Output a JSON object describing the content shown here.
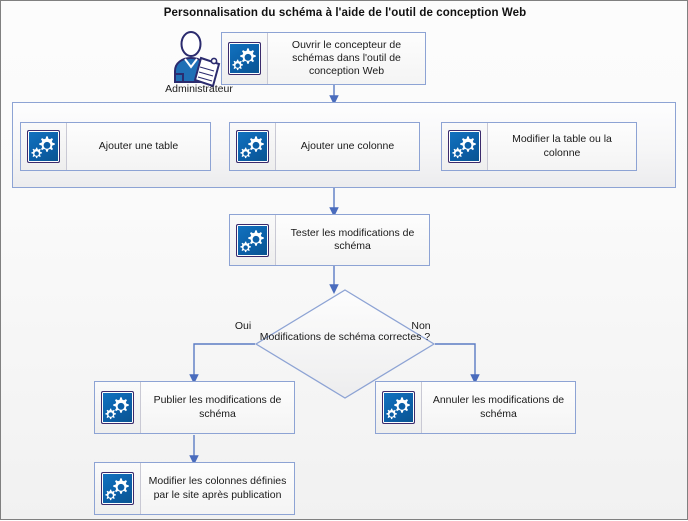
{
  "diagram": {
    "title": "Personnalisation du schéma à l'aide de l'outil de conception Web",
    "accent_color": "#8da3d4",
    "icon_color": "#0f66b0",
    "icon_outline_color": "#3b2a6b",
    "connector_color": "#5b7bc4",
    "border_color": "#808080"
  },
  "actor": {
    "name": "administrator-icon",
    "label": "Administrateur"
  },
  "nodes": {
    "open_designer": {
      "label": "Ouvrir le concepteur de schémas dans l'outil de conception Web",
      "icon": "gear-icon"
    },
    "add_table": {
      "label": "Ajouter une table",
      "icon": "gear-icon"
    },
    "add_column": {
      "label": "Ajouter une colonne",
      "icon": "gear-icon"
    },
    "modify_table_column": {
      "label": "Modifier la table ou la colonne",
      "icon": "gear-icon"
    },
    "test_changes": {
      "label": "Tester les modifications de schéma",
      "icon": "gear-icon"
    },
    "publish_changes": {
      "label": "Publier les modifications de schéma",
      "icon": "gear-icon"
    },
    "cancel_changes": {
      "label": "Annuler les modifications de schéma",
      "icon": "gear-icon"
    },
    "modify_site_columns": {
      "label": "Modifier les colonnes définies par le site après publication",
      "icon": "gear-icon"
    }
  },
  "decision": {
    "label": "Modifications de schéma correctes ?",
    "yes_label": "Oui",
    "no_label": "Non"
  }
}
